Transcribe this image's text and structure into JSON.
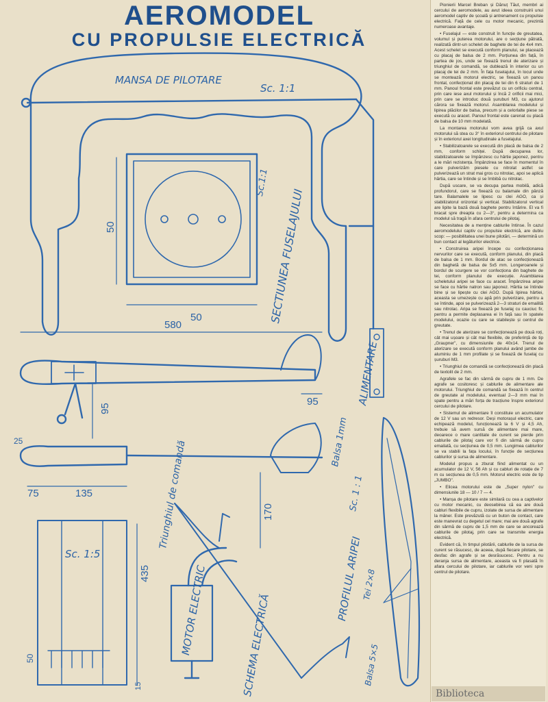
{
  "header": {
    "title": "AEROMODEL",
    "subtitle": "CU PROPULSIE ELECTRICĂ"
  },
  "drawing_labels": {
    "mansa": "MANSA DE PILOTARE",
    "scale_1_1": "Sc. 1:1",
    "sectiunea": "SECTIUNEA FUSELAJULUI",
    "sectiunea_scale": "Sc.1:1",
    "alimentare": "ALIMENTARE",
    "triunghiul": "Triunghiul de comandă",
    "motor": "MOTOR ELECTRIC",
    "schema": "SCHEMA ELECTRICĂ",
    "profilul": "PROFILUL ARIPEI",
    "profil_scale": "Sc. 1 : 1",
    "balsa1": "Balsa 1mm",
    "tei": "Tei 2×8",
    "balsa5": "Balsa 5×5",
    "scale_1_5": "Sc. 1:5"
  },
  "dimensions": {
    "d50a": "50",
    "d50b": "50",
    "d580": "580",
    "d95a": "95",
    "d95b": "95",
    "d25": "25",
    "d75": "75",
    "d135": "135",
    "d170": "170",
    "d435": "435",
    "d50c": "50",
    "d15": "15"
  },
  "article": {
    "p1": "Pionierii Marcel Breban și Dănuț Tăut, membri ai cercului de aeromodele, au avut ideea construirii unui aeromodel captiv de școală și antrenament cu propulsie electrică. Față de cele cu motor mecanic, prezintă numeroase avantaje.",
    "p2": "• Fuselajul — este construit în funcție de greutatea, volumul și puterea motorului, are o secțiune pătrată, realizată dintr-un schelet de baghete de tei de 4x4 mm. Acest schelet se execută conform planului, se placează cu placaj de balsa de 2 mm. Porțiunea din față, în partea de jos, unde se fixează trenul de aterizare și triunghiul de comandă, se dublează în interior cu un placaj de tei de 2 mm. În fața fuselajului, în locul unde se montează motorul electric, se fixează un panou frontal, confecționat din placaj de tei din 6 straturi de 1 mm. Panoul frontal este prevăzut cu un orificiu central, prin care iese axul motorului și încă 2 orificii mai mici, prin care se introduc două șuruburi M3, cu ajutorul cărora se fixează motorul. Asamblarea modelului și lipirea plăcilor de balsa, precum și a celorlalte piese se execută cu aracet. Panoul frontal este carenat cu placă de balsa de 10 mm modelată.",
    "p3": "La montarea motorului vom avea grijă ca axul motorului să stea cu 3° în exteriorul centrului de pilotare și în exteriorul axei longitudinale a fuselajului.",
    "p4": "• Stabilizatoarele se execută din placă de balsa de 2 mm, conform schiței. După decuparea lor, stabilizatoarele se împânzesc cu hârtie japonez, pentru a le mări rezistența. Împânzirea se face în momentul în care pulverizăm piesele cu nitrolat astfel: se pulverizează un strat mai gros cu nitrolac, apoi se aplică hârtia, care se întinde și se îmbibă cu nitrolac.",
    "p5": "După uscare, se va decupa partea mobilă, adică profundorul, care se fixează cu balamale din pânză tare. Balamalele se lipesc cu clei AGO, ca și stabilizatorul orizontal și vertical. Stabilizatorul vertical are lipite la bază două baghete pentru întărire. El va fi bracat spre dreapta cu 2—3°, pentru a determina ca modelul să tragă în afara centrului de pilotaj.",
    "p6": "Necesitatea de a menține cablurile întinse. În cazul aeromodelului captiv cu propulsie electrică, are dublu scop: — posibilitatea unei bune pilotări, — determină un bun contact al legăturilor electrice.",
    "p7": "• Construirea aripei începe cu confecționarea nervurilor care se execută, conform planului, din placă de balsa de 1 mm. Bordul de atac se confecționează din baghetă de balsa de 5x5 mm. Longeroanele și bordul de scurgere se vor confecționa din baghete de tei, conform planului de execuție. Asamblarea scheletului aripei se face cu aracet. Împânzirea aripei se face cu hârtie natron sau japonez. Hârtia se întinde bine și se lipește cu clei AGO. După lipirea hârtiei, aceasta se umezește cu apă prin pulverizare, pentru a se întinde, apoi se pulverizează 2—3 straturi de emailită sau nitrolac. Aripa se fixează pe fuselaj cu cauciuc fir, pentru a permite deplasarea ei în față sau în spatele modelului, ocazie cu care se stabilește și centrul de greutate.",
    "p8": "• Trenul de aterizare se confecționează pe două roți, cât mai ușoare și cât mai flexibile, de preferință de tip „Graupner\", cu dimensiunile de 40x14. Trenul de aterizare se execută conform planului având jambe de aluminiu de 1 mm profilate și se fixează de fuselaj cu șuruburi M3.",
    "p9": "• Triunghiul de comandă se confecționează din placă de textolit de 2 mm.",
    "p10": "Agrafele se fac din sârmă de cupru de 1 mm. De agrafe se cositoresc și cablurile de alimentare ale motorului. Triunghiul de comandă se fixează în centrul de greutate al modelului, eventual 2—3 mm mai în spate pentru a mări forța de tracțiune înspre exteriorul cercului de pilotare.",
    "p11": "• Sistemul de alimentare îl constituie un acumulator de 12 V sau un redresor. Deși motorașul electric, care echipează modelul, funcționează la 6 V și 4,5 Ah, trebuie să avem sursă de alimentare mai mare, deoarece o mare cantitate de curent se pierde prin cablurile de pilotaj care vor fi din sârmă de cupru emailată, cu secțiunea de 0,5 mm. Lungimea cablurilor se va stabili la fața locului, în funcție de secțiunea cablurilor și sursa de alimentare.",
    "p12": "Modelul propus a zburat fiind alimentat cu un acumulator de 12 V, 56 Ah și cu cabluri de rotație de 7 m cu secțiunea de 0,5 mm. Motorul electric este de tip „JUMBO\".",
    "p13": "• Elicea motorului este de „Super nylon\" cu dimensiunile 18 — 10 / 7 — 4.",
    "p14": "• Manșa de pilotare este similară cu cea a captivelor cu motor mecanic, cu deosebirea că ea are două cabluri flexibile de cupru, izolate de sursa de alimentare la mâner. Este prevăzută cu un buton de contact, care este manevrat cu degetul cel mare; mai are două agrafe din sârmă de cupru de 1,5 mm de care se ancorează cablurile de pilotaj, prin care se transmite energia electrică.",
    "p15": "Evident că, în timpul pilotării, cablurile de la sursa de curent se răsucesc, de aceea, după fiecare pilotare, se desfac din agrafe și se desrăsucesc. Pentru a nu deranja sursa de alimentare, aceasta va fi plasată în afara cercului de pilotare, iar cablurile vor veni spre centrul de pilotare."
  },
  "footer": {
    "logo": "Biblioteca"
  }
}
